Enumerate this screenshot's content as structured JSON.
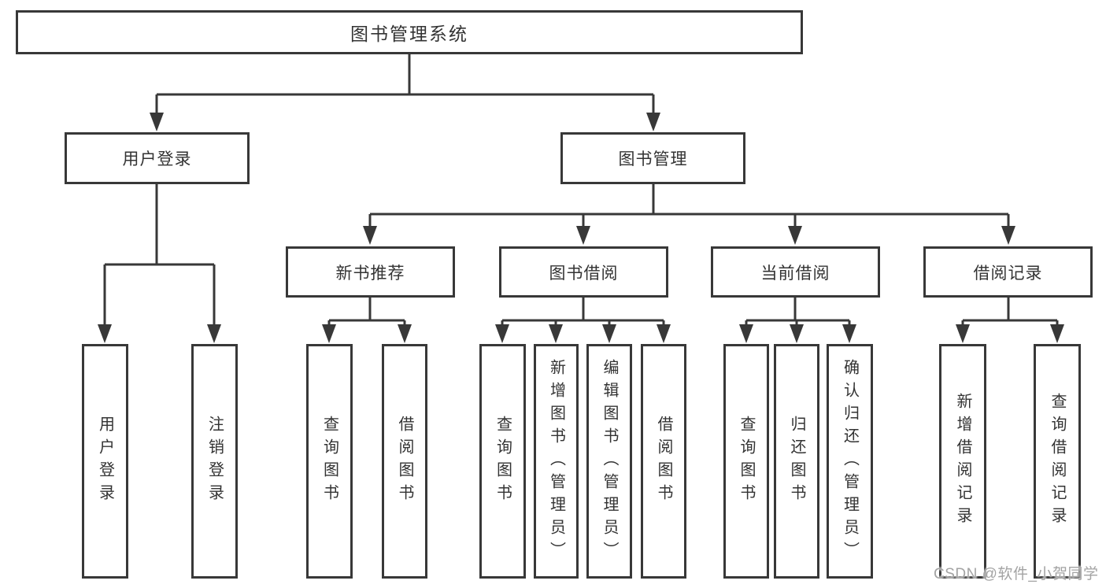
{
  "watermark": "CSDN @软件_小贺同学",
  "colors": {
    "line": "#383838",
    "text": "#333333",
    "box_background": "#ffffff",
    "watermark": "#a3a3a3"
  },
  "tree": {
    "label": "图书管理系统",
    "children": [
      {
        "label": "用户登录",
        "children": [
          {
            "label": "用户登录"
          },
          {
            "label": "注销登录"
          }
        ]
      },
      {
        "label": "图书管理",
        "children": [
          {
            "label": "新书推荐",
            "children": [
              {
                "label": "查询图书"
              },
              {
                "label": "借阅图书"
              }
            ]
          },
          {
            "label": "图书借阅",
            "children": [
              {
                "label": "查询图书"
              },
              {
                "label": "新增图书（管理员）"
              },
              {
                "label": "编辑图书（管理员）"
              },
              {
                "label": "借阅图书"
              }
            ]
          },
          {
            "label": "当前借阅",
            "children": [
              {
                "label": "查询图书"
              },
              {
                "label": "归还图书"
              },
              {
                "label": "确认归还（管理员）"
              }
            ]
          },
          {
            "label": "借阅记录",
            "children": [
              {
                "label": "新增借阅记录"
              },
              {
                "label": "查询借阅记录"
              }
            ]
          }
        ]
      }
    ]
  }
}
